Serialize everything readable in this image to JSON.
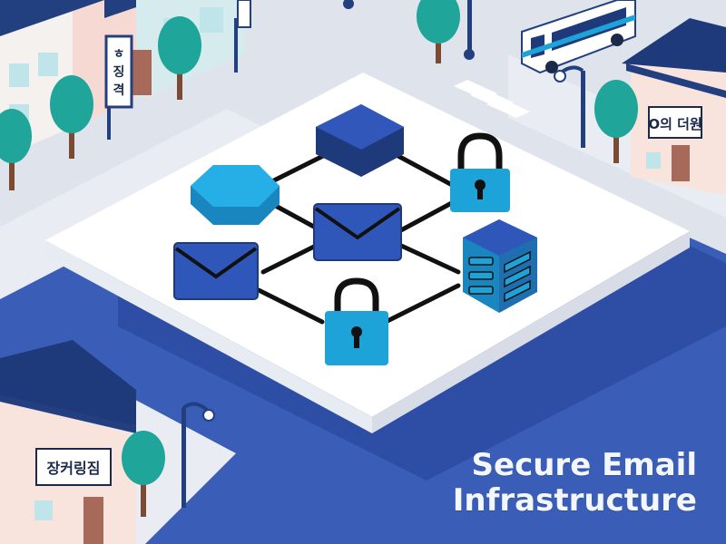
{
  "caption": {
    "line1": "Secure Email",
    "line2": "Infrastructure"
  },
  "signs": {
    "top_left_vertical": [
      "ㅎ",
      "징",
      "격"
    ],
    "right_building": "O의 더원",
    "bottom_left_building": "장커링짐"
  },
  "icons": [
    "hexagon-node-icon",
    "cube-node-icon",
    "envelope-icon",
    "envelope-icon",
    "padlock-icon",
    "padlock-icon",
    "server-icon"
  ],
  "colors": {
    "background": "#dfe3ec",
    "road": "#3a5db8",
    "platform": "#ffffff",
    "node_blue": "#2f57b9",
    "node_cyan": "#1ea3d8",
    "roof": "#1f3a7a",
    "tree": "#1fa59a"
  }
}
